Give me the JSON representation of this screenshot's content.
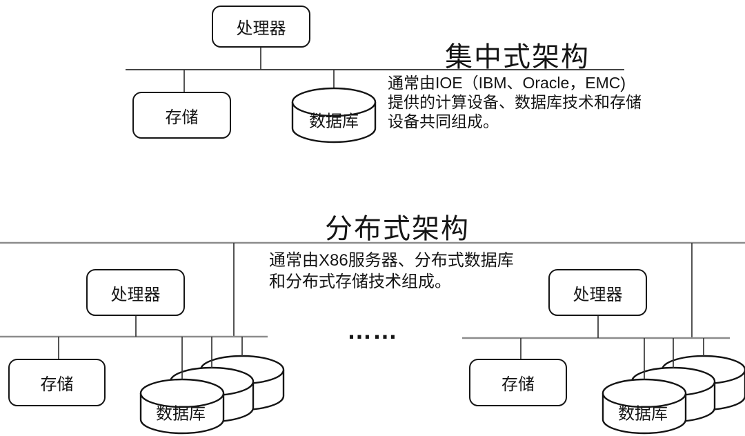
{
  "colors": {
    "background": "#ffffff",
    "box_stroke": "#151515",
    "bus_line": "#8c8c8c",
    "top_bus_line": "#454545",
    "connector": "#353535",
    "text": "#151515"
  },
  "centralized": {
    "title": "集中式架构",
    "description_lines": [
      "通常由IOE（IBM、Oracle，EMC)",
      "提供的计算设备、数据库技术和存储",
      "设备共同组成。"
    ],
    "processor_label": "处理器",
    "storage_label": "存储",
    "database_label": "数据库"
  },
  "distributed": {
    "title": "分布式架构",
    "description_lines": [
      "通常由X86服务器、分布式数据库",
      "和分布式存储技术组成。"
    ],
    "ellipsis": "……",
    "clusters": [
      {
        "processor_label": "处理器",
        "storage_label": "存储",
        "database_label": "数据库"
      },
      {
        "processor_label": "处理器",
        "storage_label": "存储",
        "database_label": "数据库"
      }
    ]
  }
}
